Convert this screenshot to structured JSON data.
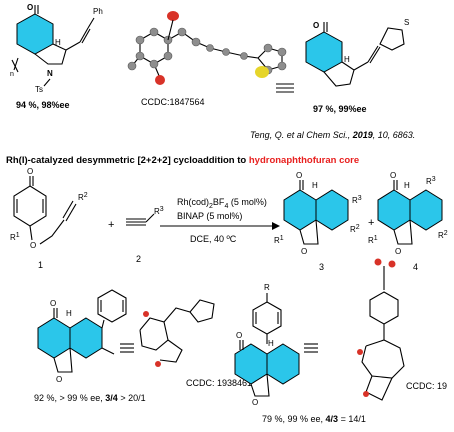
{
  "top_row": {
    "compound1": {
      "label_ph": "Ph",
      "label_n": "N",
      "label_ts": "Ts",
      "label_o": "O",
      "label_h": "H",
      "label_n_sub": "n",
      "yield": "94 %, 98%ee"
    },
    "crystal1": {
      "ccdc": "CCDC:1847564"
    },
    "compound2": {
      "label_s": "S",
      "label_o": "O",
      "label_h": "H",
      "yield": "97 %, 99%ee"
    }
  },
  "citation": {
    "authors": "Teng, Q. et al Chem Sci.,",
    "year": "2019",
    "rest": ", 10, 6863."
  },
  "heading": {
    "prefix": "Rh(I)-catalyzed desymmetric [2+2+2] cycloaddition to ",
    "highlight": "hydronaphthofuran core"
  },
  "scheme": {
    "substrate_label": "1",
    "alkyne_label": "2",
    "r1": "R",
    "r1_sup": "1",
    "r2": "R",
    "r2_sup": "2",
    "r3": "R",
    "r3_sup": "3",
    "reagent1": "Rh(cod)",
    "reagent1_sub": "2",
    "reagent1_tail": "BF",
    "reagent1_sub2": "4",
    "reagent1_amount": "(5 mol%)",
    "reagent2": "BINAP (5 mol%)",
    "conditions": "DCE, 40 ºC",
    "plus": "+",
    "product3_label": "3",
    "product4_label": "4",
    "o": "O",
    "h": "H"
  },
  "bottom": {
    "left": {
      "yield": "92 %, > 99 % ee, ",
      "ratio": "3/4",
      "ratio_tail": " > 20/1",
      "ccdc": "CCDC: 1938461"
    },
    "right": {
      "label_r": "R",
      "yield": "79 %, 99 % ee, ",
      "ratio": "4/3",
      "ratio_tail": " = 14/1",
      "ccdc": "CCDC: 19"
    }
  },
  "colors": {
    "cyan": "#2bc6ea",
    "red": "#e8201f"
  }
}
